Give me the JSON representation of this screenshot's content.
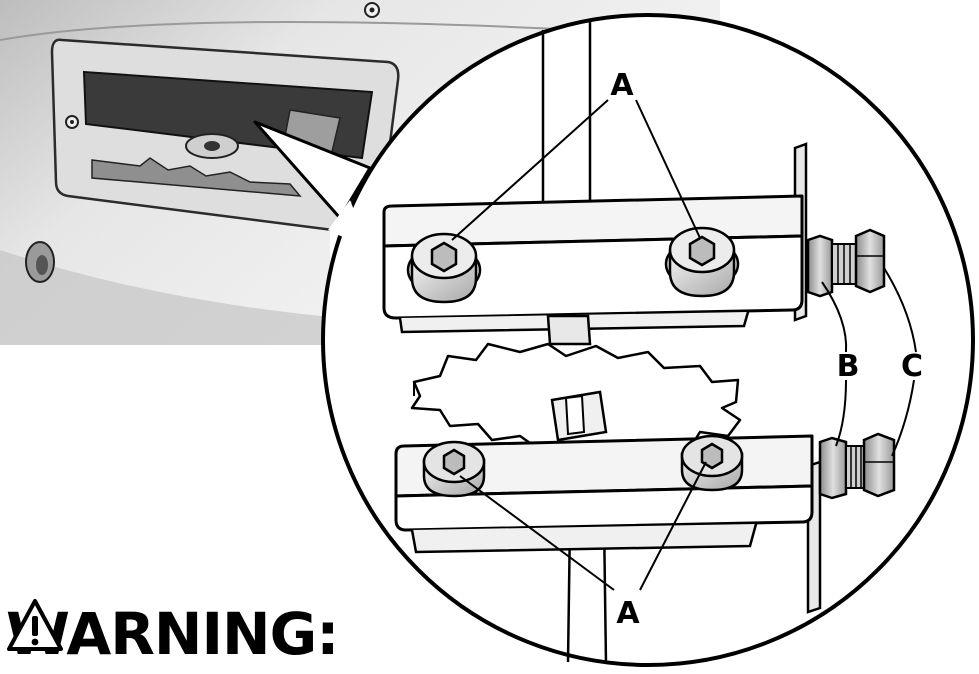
{
  "callouts": {
    "a": "A",
    "b": "B",
    "c": "C"
  },
  "warning": {
    "icon": "warning-triangle-icon",
    "text": "WARNING:"
  },
  "colors": {
    "ink": "#000000",
    "housing_light": "#f2f2f2",
    "housing_shade": "#c8c8c8",
    "slot_dark": "#333333",
    "bolt_fill": "#d6d6d6",
    "nut_fill": "#bdbdbd"
  }
}
